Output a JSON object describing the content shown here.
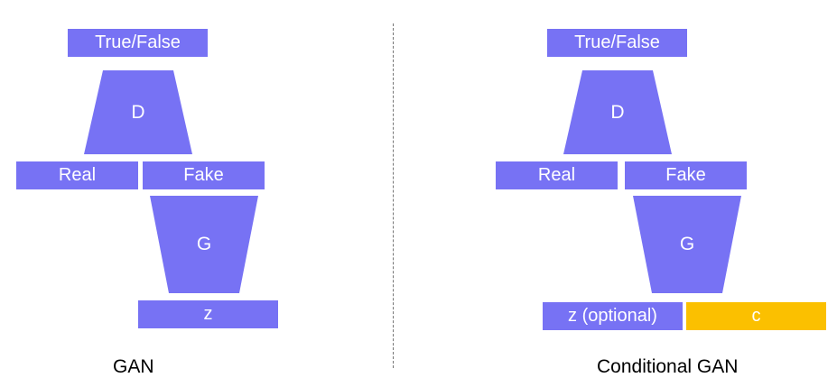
{
  "gan": {
    "output_label": "True/False",
    "discriminator_label": "D",
    "real_label": "Real",
    "fake_label": "Fake",
    "generator_label": "G",
    "noise_label": "z",
    "caption": "GAN"
  },
  "conditional_gan": {
    "output_label": "True/False",
    "discriminator_label": "D",
    "real_label": "Real",
    "fake_label": "Fake",
    "generator_label": "G",
    "noise_label": "z (optional)",
    "condition_label": "c",
    "caption": "Conditional GAN"
  },
  "colors": {
    "block": "#7772f4",
    "condition": "#fbc000",
    "divider": "#777777"
  }
}
